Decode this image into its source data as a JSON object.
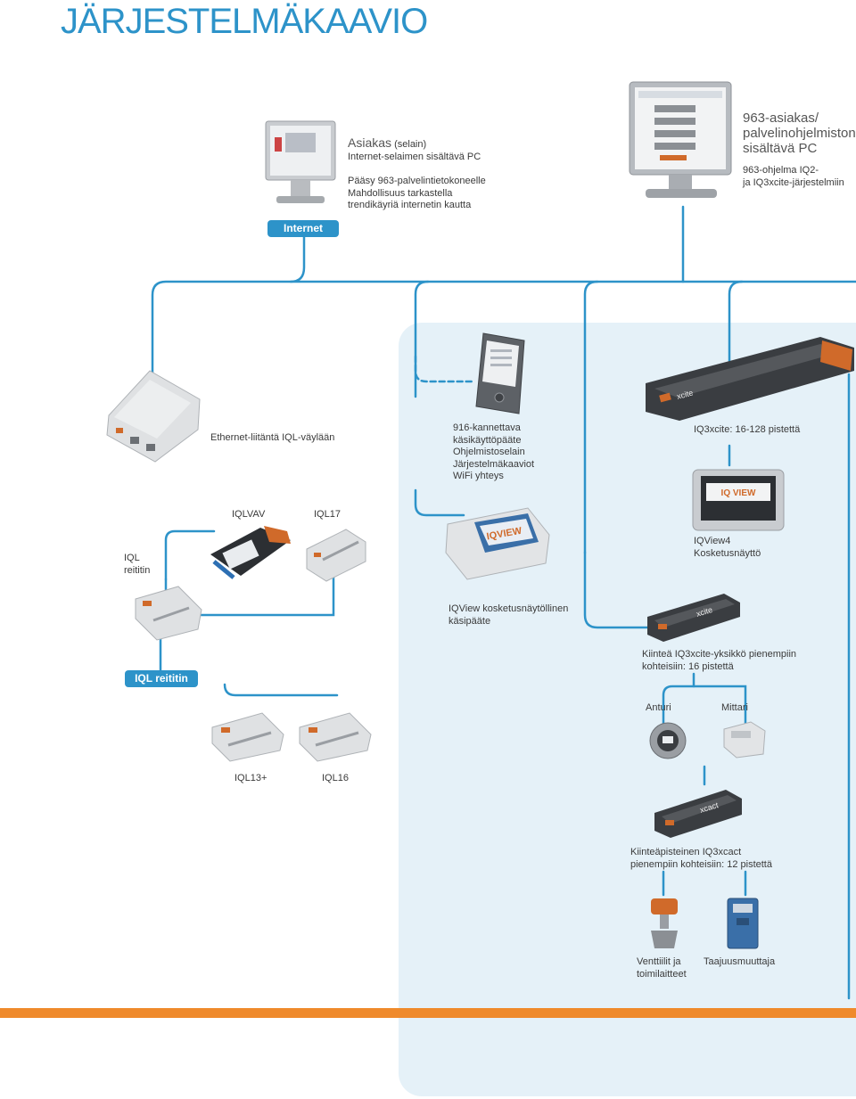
{
  "title": "JÄRJESTELMÄKAAVIO",
  "client": {
    "heading": "Asiakas",
    "heading_suffix": "(selain)",
    "lines": [
      "Internet-selaimen sisältävä PC",
      "Pääsy 963-palvelintietokoneelle",
      "Mahdollisuus tarkastella",
      "trendikäyriä internetin kautta"
    ]
  },
  "server": {
    "heading_lines": [
      "963-asiakas/",
      "palvelinohjelmiston",
      "sisältävä PC"
    ],
    "lines": [
      "963-ohjelma IQ2-",
      "ja IQ3xcite-järjestelmiin"
    ]
  },
  "tags": {
    "internet": "Internet",
    "iql_router": "IQL reititin"
  },
  "labels": {
    "ethernet": "Ethernet-liitäntä IQL-väylään",
    "handheld_lines": [
      "916-kannettava",
      "käsikäyttöpääte",
      "Ohjelmistoselain",
      "Järjestelmäkaaviot",
      "WiFi yhteys"
    ],
    "iq3xcite": "IQ3xcite: 16-128 pistettä",
    "iqlvav": "IQLVAV",
    "iql17": "IQL17",
    "iql_router_lines": [
      "IQL",
      "reititin"
    ],
    "iqview4_lines": [
      "IQView4",
      "Kosketusnäyttö"
    ],
    "iqview_lines": [
      "IQView kosketusnäytöllinen",
      "käsipääte"
    ],
    "fixed_lines": [
      "Kiinteä IQ3xcite-yksikkö pienempiin",
      "kohteisiin: 16 pistettä"
    ],
    "sensor": "Anturi",
    "meter": "Mittari",
    "iql13": "IQL13+",
    "iql16": "IQL16",
    "xcact_lines": [
      "Kiinteäpisteinen IQ3xcact",
      "pienempiin kohteisiin: 12 pistettä"
    ],
    "valves_lines": [
      "Venttiilit ja",
      "toimilaitteet"
    ],
    "vfd": "Taajuusmuuttaja"
  },
  "screen_texts": {
    "iqview": "IQVIEW",
    "iqview4": "IQ VIEW"
  },
  "colors": {
    "accent": "#2d93c9",
    "orange": "#ef8a2c",
    "panel": "#e5f1f8"
  }
}
